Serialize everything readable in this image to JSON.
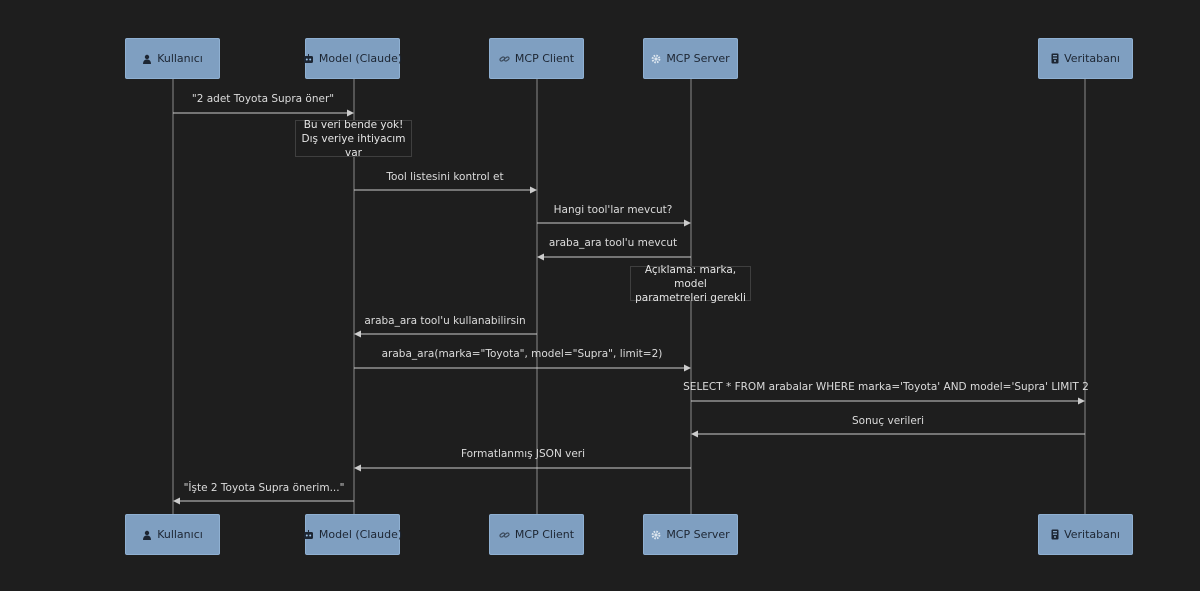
{
  "actors": [
    {
      "id": "kullanici",
      "icon": "user-icon",
      "label": "Kullanıcı"
    },
    {
      "id": "model",
      "icon": "robot-icon",
      "label": "Model (Claude)"
    },
    {
      "id": "client",
      "icon": "link-icon",
      "label": "MCP Client"
    },
    {
      "id": "server",
      "icon": "gear-icon",
      "label": "MCP Server"
    },
    {
      "id": "db",
      "icon": "database-icon",
      "label": "Veritabanı"
    }
  ],
  "messages": [
    {
      "from": "kullanici",
      "to": "model",
      "text": "\"2 adet Toyota Supra öner\""
    },
    {
      "from": "model",
      "to": "client",
      "text": "Tool listesini kontrol et"
    },
    {
      "from": "client",
      "to": "server",
      "text": "Hangi tool'lar mevcut?"
    },
    {
      "from": "server",
      "to": "client",
      "text": "araba_ara tool'u mevcut"
    },
    {
      "from": "client",
      "to": "model",
      "text": "araba_ara tool'u kullanabilirsin"
    },
    {
      "from": "model",
      "to": "server",
      "text": "araba_ara(marka=\"Toyota\", model=\"Supra\", limit=2)"
    },
    {
      "from": "server",
      "to": "db",
      "text": "SELECT * FROM arabalar WHERE marka='Toyota' AND model='Supra' LIMIT 2"
    },
    {
      "from": "db",
      "to": "server",
      "text": "Sonuç verileri"
    },
    {
      "from": "server",
      "to": "model",
      "text": "Formatlanmış JSON veri"
    },
    {
      "from": "model",
      "to": "kullanici",
      "text": "\"İşte 2 Toyota Supra önerim...\""
    }
  ],
  "notes": [
    {
      "over": "model",
      "lines": [
        "Bu veri bende yok!",
        "Dış veriye ihtiyacım var"
      ]
    },
    {
      "over": "server",
      "lines": [
        "Açıklama: marka, model",
        "parametreleri gerekli"
      ]
    }
  ],
  "colors": {
    "background": "#1e1e1e",
    "actor_fill": "#7f9fc1",
    "line": "#cccccc",
    "note_border": "#3f3f3f"
  }
}
